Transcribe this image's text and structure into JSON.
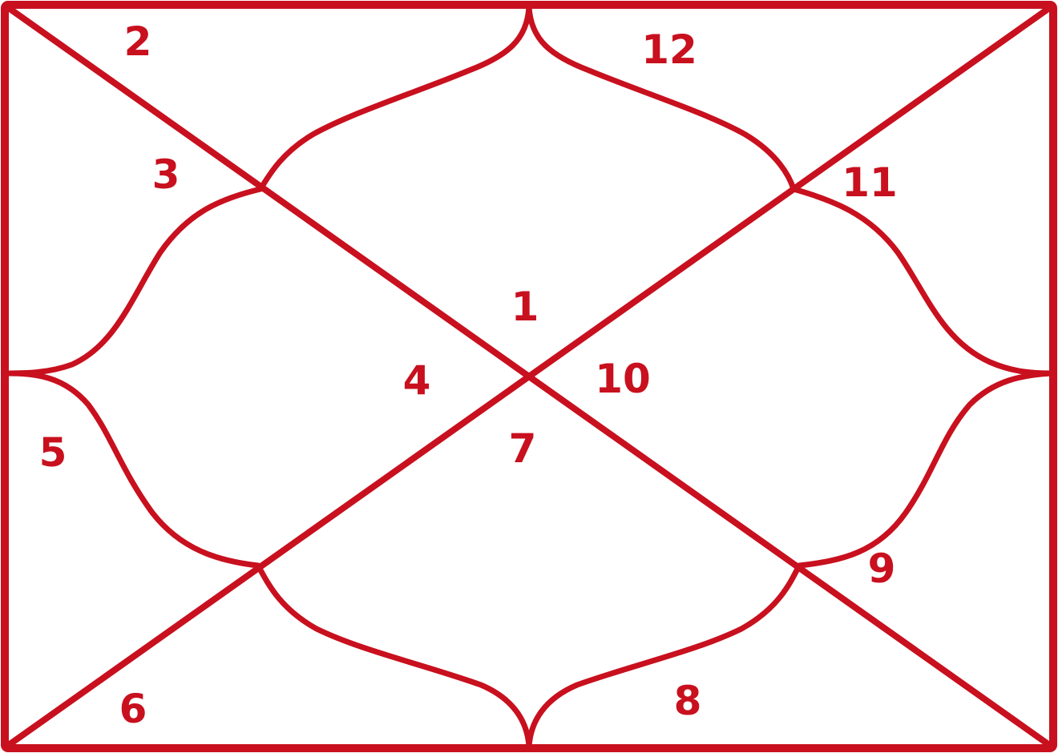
{
  "colors": {
    "background": "#fdf0cc",
    "line": "#c8101e",
    "text": "#c8101e"
  },
  "houses": [
    {
      "house": 2,
      "label": "2"
    },
    {
      "house": 12,
      "label": "12"
    },
    {
      "house": 3,
      "label": "3"
    },
    {
      "house": 11,
      "label": "11"
    },
    {
      "house": 1,
      "label": "1"
    },
    {
      "house": 4,
      "label": "4"
    },
    {
      "house": 10,
      "label": "10"
    },
    {
      "house": 5,
      "label": "5"
    },
    {
      "house": 7,
      "label": "7"
    },
    {
      "house": 9,
      "label": "9"
    },
    {
      "house": 6,
      "label": "6"
    },
    {
      "house": 8,
      "label": "8"
    }
  ]
}
